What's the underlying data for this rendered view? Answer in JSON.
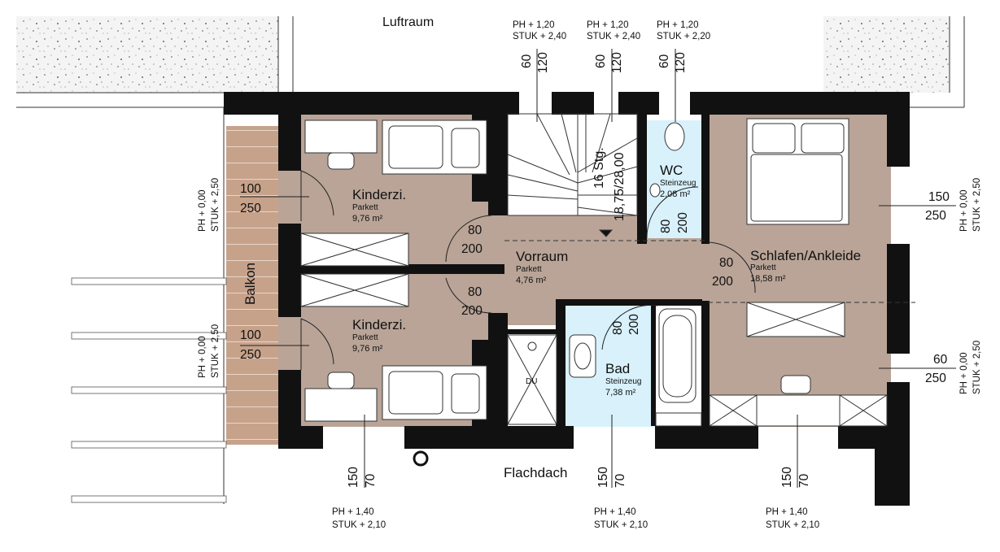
{
  "rooms": {
    "luftraum": "Luftraum",
    "kinder_top": {
      "name": "Kinderzi.",
      "floor": "Parkett",
      "area": "9,76 m²"
    },
    "kinder_bottom": {
      "name": "Kinderzi.",
      "floor": "Parkett",
      "area": "9,76 m²"
    },
    "vorraum": {
      "name": "Vorraum",
      "floor": "Parkett",
      "area": "4,76 m²"
    },
    "wc": {
      "name": "WC",
      "floor": "Steinzeug",
      "area": "2,08 m²"
    },
    "bad": {
      "name": "Bad",
      "floor": "Steinzeug",
      "area": "7,38 m²"
    },
    "schlafen": {
      "name": "Schlafen/Ankleide",
      "floor": "Parkett",
      "area": "18,58 m²"
    },
    "balkon": "Balkon",
    "flachdach": "Flachdach",
    "dusche": "DU"
  },
  "stairs": {
    "steps": "16 Stg.",
    "ratio": "18,75/28,00"
  },
  "window_notes": {
    "top1": {
      "ph": "PH + 1,20",
      "stuk": "STUK + 2,40"
    },
    "top2": {
      "ph": "PH + 1,20",
      "stuk": "STUK + 2,40"
    },
    "top3": {
      "ph": "PH + 1,20",
      "stuk": "STUK + 2,20"
    },
    "bottom1": {
      "ph": "PH + 1,40",
      "stuk": "STUK + 2,10"
    },
    "bottom2": {
      "ph": "PH + 1,40",
      "stuk": "STUK + 2,10"
    },
    "bottom3": {
      "ph": "PH + 1,40",
      "stuk": "STUK + 2,10"
    },
    "left1": {
      "ph": "PH + 0,00",
      "stuk": "STUK + 2,50"
    },
    "left2": {
      "ph": "PH + 0,00",
      "stuk": "STUK + 2,50"
    },
    "right1": {
      "ph": "PH + 0,00",
      "stuk": "STUK + 2,50"
    },
    "right2": {
      "ph": "PH + 0,00",
      "stuk": "STUK + 2,50"
    }
  },
  "openings": {
    "top_w1": {
      "a": "60",
      "b": "120"
    },
    "top_w2": {
      "a": "60",
      "b": "120"
    },
    "top_w3": {
      "a": "60",
      "b": "120"
    },
    "left_d1": {
      "a": "100",
      "b": "250"
    },
    "left_d2": {
      "a": "100",
      "b": "250"
    },
    "kinder_door_top": {
      "a": "80",
      "b": "200"
    },
    "kinder_door_bottom": {
      "a": "80",
      "b": "200"
    },
    "wc_door": {
      "a": "80",
      "b": "200"
    },
    "bad_door": {
      "a": "80",
      "b": "200"
    },
    "schlafen_door": {
      "a": "80",
      "b": "200"
    },
    "right_w1": {
      "a": "150",
      "b": "250"
    },
    "right_w2": {
      "a": "60",
      "b": "250"
    },
    "bottom_w1": {
      "a": "150",
      "b": "70"
    },
    "bottom_w2": {
      "a": "150",
      "b": "70"
    },
    "bottom_w3": {
      "a": "150",
      "b": "70"
    }
  },
  "colors": {
    "wall": "#111111",
    "parkett": "#b9a497",
    "tiles": "#d8f1fb",
    "balkon": "#c4a08a",
    "gravel": "#e9e9e9"
  }
}
